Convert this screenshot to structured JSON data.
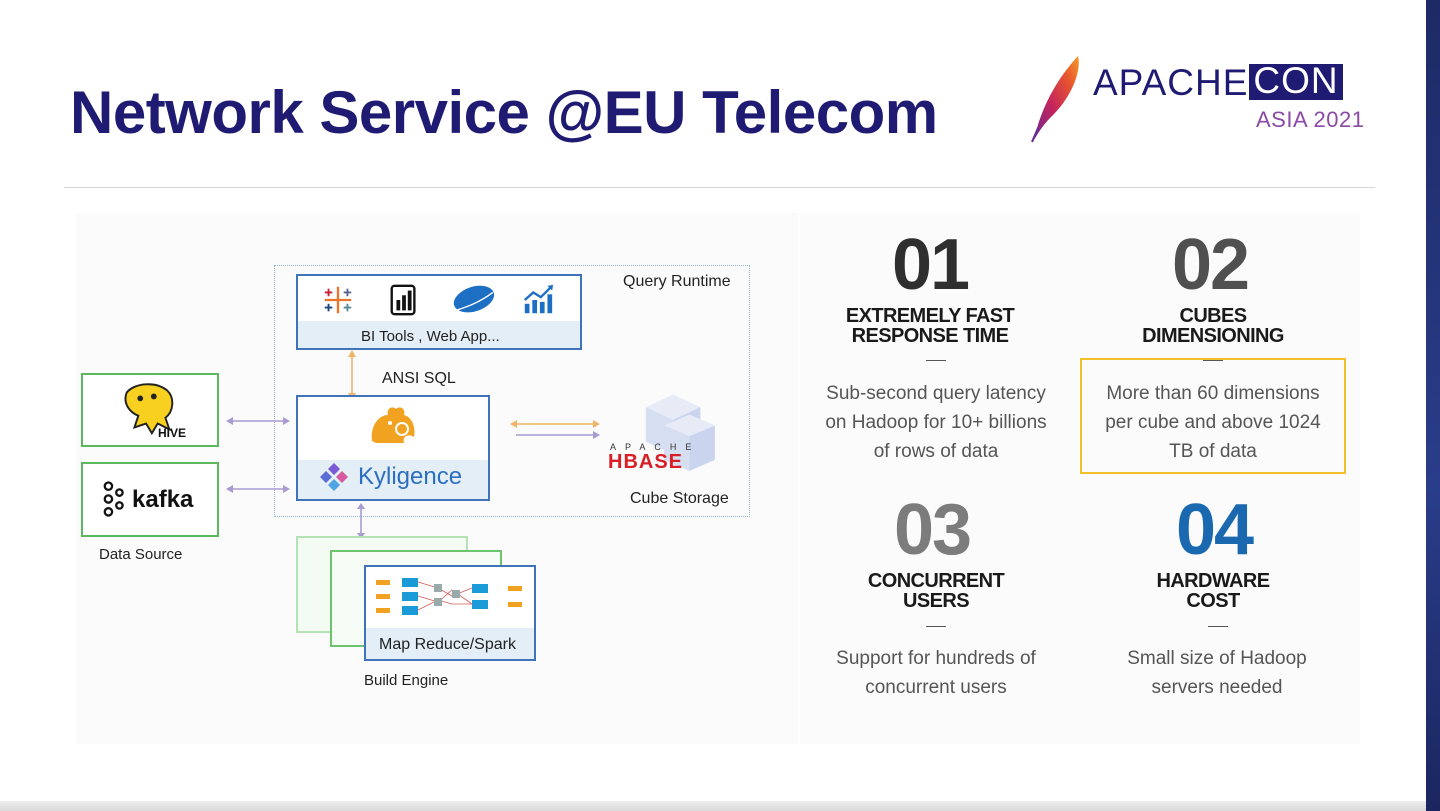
{
  "slide": {
    "title": "Network Service @EU Telecom"
  },
  "logo": {
    "apache": "APACHE",
    "con": "CON",
    "event": "ASIA 2021",
    "icon": "feather-icon"
  },
  "diagram": {
    "query_runtime": "Query Runtime",
    "bi_tools": "BI Tools , Web App...",
    "ansi_sql": "ANSI SQL",
    "kylin_product": "Kyligence",
    "cube_storage": "Cube Storage",
    "hbase_top": "APACHE",
    "hbase_name": "HBASE",
    "hive": "HIVE",
    "kafka": "kafka",
    "data_source": "Data Source",
    "map_reduce": "Map Reduce/Spark",
    "build_engine": "Build Engine",
    "icons": [
      "tableau-icon",
      "powerbi-icon",
      "cloud-icon",
      "bar-chart-icon",
      "kylin-icon",
      "hive-icon",
      "kafka-icon",
      "hbase-icon"
    ]
  },
  "features": [
    {
      "num": "01",
      "line1": "EXTREMELY FAST",
      "line2": "RESPONSE TIME",
      "desc": [
        "Sub-second query latency",
        "on Hadoop for 10+ billions",
        "of rows of data"
      ],
      "color": "#2f2f2f"
    },
    {
      "num": "02",
      "line1": "CUBES",
      "line2": "DIMENSIONING",
      "desc": [
        "More than 60 dimensions",
        "per cube and above 1024",
        "TB of data"
      ],
      "color": "#505050"
    },
    {
      "num": "03",
      "line1": "CONCURRENT",
      "line2": "USERS",
      "desc": [
        "Support for hundreds of",
        "concurrent users"
      ],
      "color": "#7c7c7c"
    },
    {
      "num": "04",
      "line1": "HARDWARE",
      "line2": "COST",
      "desc": [
        "Small size of Hadoop",
        "servers needed"
      ],
      "color": "#1a69b0"
    }
  ],
  "colors": {
    "title": "#1f1b72",
    "green_border": "#5cb85c",
    "blue_border": "#3f74b8",
    "highlight": "#f2c12a"
  }
}
